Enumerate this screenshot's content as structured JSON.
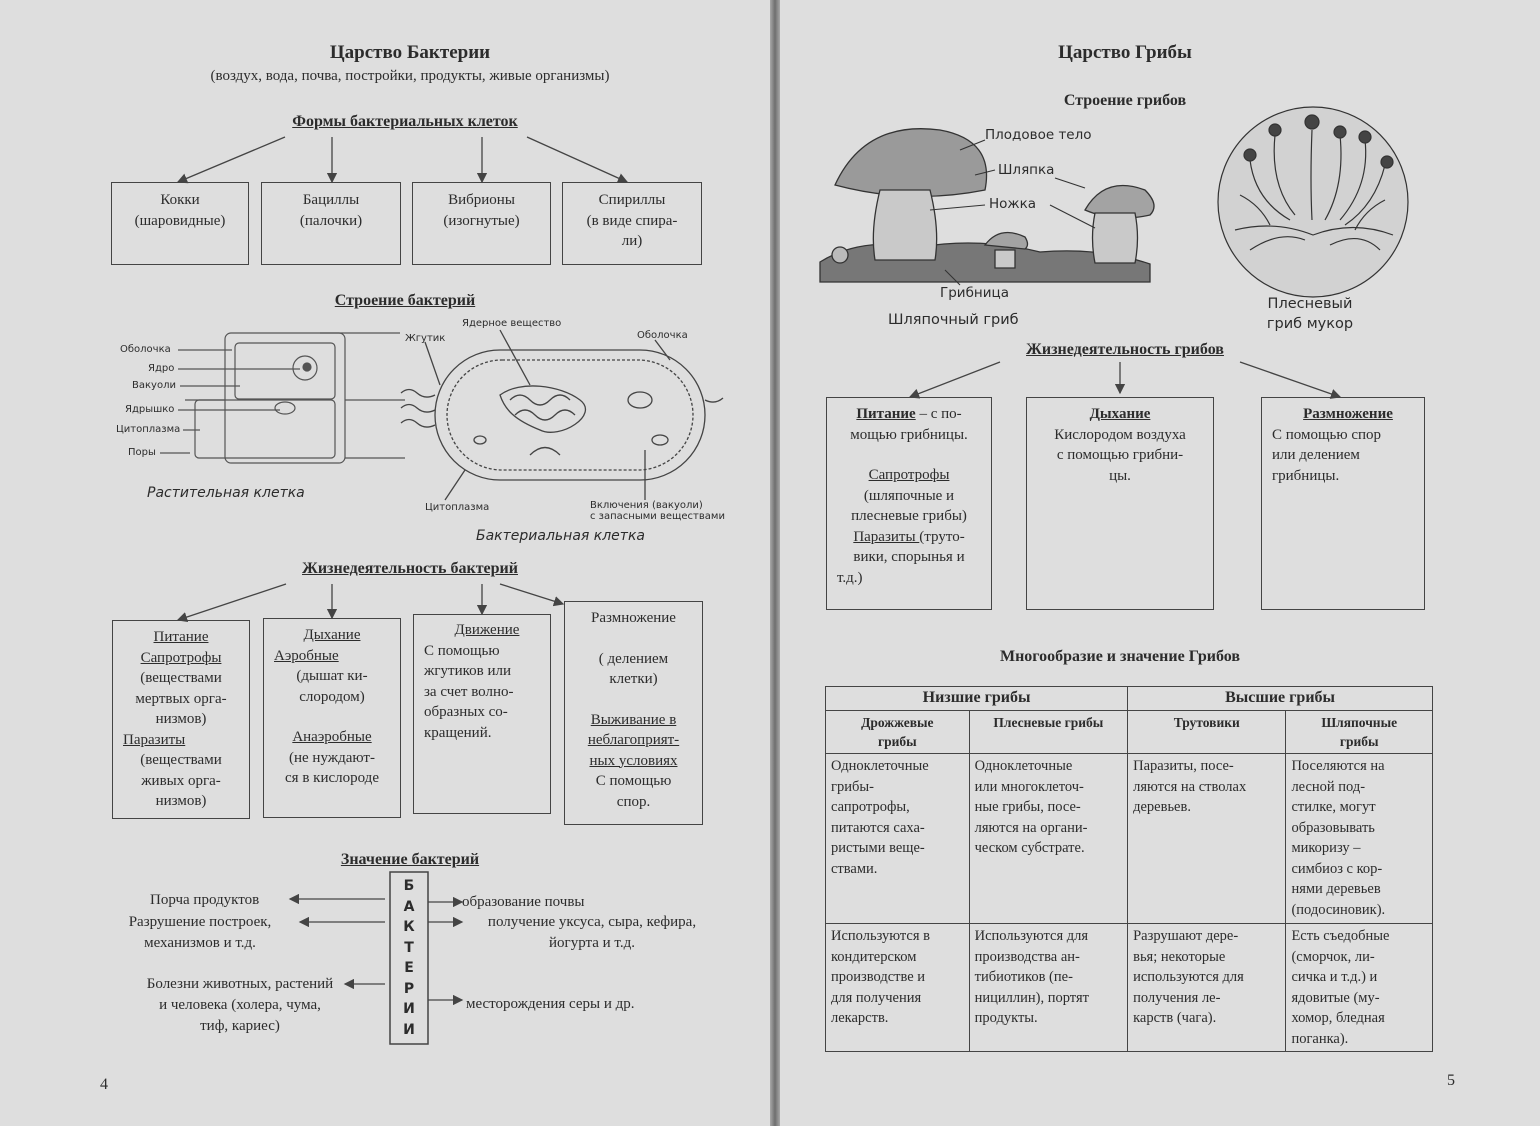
{
  "left": {
    "title": "Царство Бактерии",
    "subtitle": "(воздух, вода, почва, постройки, продукты, живые организмы)",
    "forms_heading": "Формы бактериальных клеток",
    "forms": [
      {
        "lines": [
          "Кокки",
          "(шаровидные)"
        ]
      },
      {
        "lines": [
          "Бациллы",
          "(палочки)"
        ]
      },
      {
        "lines": [
          "Вибрионы",
          "(изогнутые)"
        ]
      },
      {
        "lines": [
          "Спириллы",
          "(в виде спира-",
          "ли)"
        ]
      }
    ],
    "structure_heading": "Строение бактерий",
    "plant_labels": [
      "Оболочка",
      "Ядро",
      "Вакуоли",
      "Ядрышко",
      "Цитоплазма",
      "Поры"
    ],
    "plant_caption": "Растительная клетка",
    "bact_labels": {
      "flagellum": "Жгутик",
      "nuclear": "Ядерное вещество",
      "membrane": "Оболочка",
      "cytoplasm": "Цитоплазма",
      "inclusions_1": "Включения (вакуоли)",
      "inclusions_2": "с запасными веществами"
    },
    "bact_caption": "Бактериальная клетка",
    "life_heading": "Жизнедеятельность бактерий",
    "life": {
      "nutrition": {
        "title": "Питание",
        "sub1": "Сапротрофы",
        "sub1_lines": [
          "(веществами",
          "мертвых орга-",
          "низмов)"
        ],
        "sub2": "Паразиты",
        "sub2_lines": [
          "(веществами",
          "живых орга-",
          "низмов)"
        ]
      },
      "breathing": {
        "title": "Дыхание",
        "sub1": "Аэробные",
        "sub1_lines": [
          "(дышат ки-",
          "слородом)"
        ],
        "sub2": "Анаэробные",
        "sub2_lines": [
          "(не нуждают-",
          "ся в кислороде"
        ]
      },
      "movement": {
        "title": "Движение",
        "lines": [
          "С помощью",
          "жгутиков или",
          "за счет волно-",
          "образных со-",
          "кращений."
        ]
      },
      "reproduction": {
        "title": "Размножение",
        "lines": [
          "( делением",
          "клетки)"
        ],
        "sub": [
          "Выживание в",
          "неблагоприят-",
          "ных условиях"
        ],
        "sub_lines": [
          "С помощью",
          "спор."
        ]
      }
    },
    "meaning_heading": "Значение бактерий",
    "vertical_word": [
      "Б",
      "А",
      "К",
      "Т",
      "Е",
      "Р",
      "И",
      "И"
    ],
    "harm": [
      {
        "lines": [
          "Порча продуктов"
        ]
      },
      {
        "lines": [
          "Разрушение построек,",
          "механизмов и т.д."
        ]
      },
      {
        "lines": [
          "Болезни животных, растений",
          "и человека (холера, чума,",
          "тиф, кариес)"
        ]
      }
    ],
    "benefit": [
      {
        "lines": [
          "образование почвы"
        ]
      },
      {
        "lines": [
          "получение уксуса, сыра, кефира,",
          "йогурта и т.д."
        ]
      },
      {
        "lines": [
          "месторождения серы и др."
        ]
      }
    ],
    "page_number": "4"
  },
  "right": {
    "title": "Царство Грибы",
    "structure_heading": "Строение грибов",
    "mushroom_labels": {
      "fruit_body": "Плодовое тело",
      "cap": "Шляпка",
      "stem": "Ножка",
      "mycelium": "Грибница"
    },
    "mushroom_caption": "Шляпочный гриб",
    "mold_caption": [
      "Плесневый",
      "гриб мукор"
    ],
    "life_heading": "Жизнедеятельность грибов",
    "life": {
      "nutrition": {
        "title": "Питание",
        "title_rest": " – с по-",
        "lines": [
          "мощью грибницы."
        ],
        "sub1": "Сапротрофы",
        "sub1_lines": [
          "(шляпочные и",
          "плесневые грибы)"
        ],
        "sub2": "Паразиты ",
        "sub2_rest": "(труто-",
        "sub2_lines": [
          "вики, спорынья и",
          "т.д.)"
        ]
      },
      "breathing": {
        "title": "Дыхание",
        "lines": [
          "Кислородом воздуха",
          "с помощью грибни-",
          "цы."
        ]
      },
      "reproduction": {
        "title": "Размножение",
        "lines": [
          "С помощью спор",
          "или делением",
          "грибницы."
        ]
      }
    },
    "variety_heading": "Многообразие и значение Грибов",
    "table": {
      "groups": [
        "Низшие грибы",
        "Высшие грибы"
      ],
      "columns": [
        [
          "Дрожжевые",
          "грибы"
        ],
        [
          "Плесневые грибы"
        ],
        [
          "Трутовики"
        ],
        [
          "Шляпочные",
          "грибы"
        ]
      ],
      "rows": [
        [
          [
            "Одноклеточные",
            "грибы-",
            "сапротрофы,",
            "питаются саха-",
            "ристыми веще-",
            "ствами."
          ],
          [
            "Одноклеточные",
            "или многоклеточ-",
            "ные грибы, посе-",
            "ляются на органи-",
            "ческом субстрате."
          ],
          [
            "Паразиты, посе-",
            "ляются на стволах",
            "деревьев."
          ],
          [
            "Поселяются на",
            "лесной под-",
            "стилке, могут",
            "образовывать",
            "микоризу –",
            "симбиоз с кор-",
            "нями деревьев",
            "(подосиновик)."
          ]
        ],
        [
          [
            "Используются в",
            "кондитерском",
            "производстве и",
            "для получения",
            "лекарств."
          ],
          [
            "Используются для",
            "производства ан-",
            "тибиотиков (пе-",
            "нициллин), портят",
            "продукты."
          ],
          [
            "Разрушают дере-",
            "вья; некоторые",
            "используются для",
            "получения ле-",
            "карств (чага)."
          ],
          [
            "Есть съедобные",
            "(сморчок, ли-",
            "сичка и т.д.) и",
            "ядовитые (му-",
            "хомор, бледная",
            "поганка)."
          ]
        ]
      ]
    },
    "page_number": "5"
  }
}
